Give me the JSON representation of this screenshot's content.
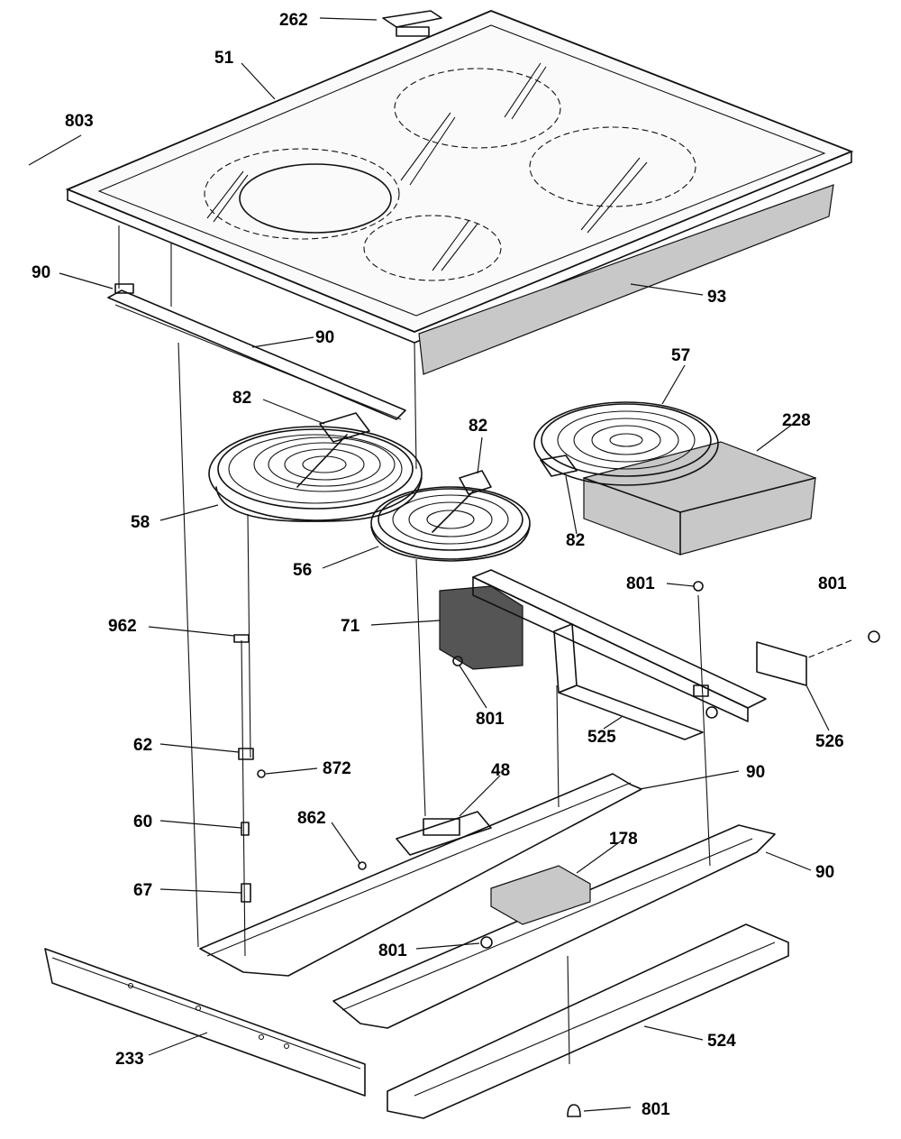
{
  "labels": {
    "top": [
      {
        "id": "262",
        "text": "262"
      },
      {
        "id": "51",
        "text": "51"
      },
      {
        "id": "803",
        "text": "803"
      },
      {
        "id": "90a",
        "text": "90"
      },
      {
        "id": "93",
        "text": "93"
      },
      {
        "id": "90b",
        "text": "90"
      }
    ],
    "elements": [
      {
        "id": "82a",
        "text": "82"
      },
      {
        "id": "82b",
        "text": "82"
      },
      {
        "id": "57",
        "text": "57"
      },
      {
        "id": "228",
        "text": "228"
      },
      {
        "id": "82c",
        "text": "82"
      },
      {
        "id": "58",
        "text": "58"
      },
      {
        "id": "56",
        "text": "56"
      }
    ],
    "controls": [
      {
        "id": "801a",
        "text": "801"
      },
      {
        "id": "801b",
        "text": "801"
      },
      {
        "id": "962",
        "text": "962"
      },
      {
        "id": "71",
        "text": "71"
      },
      {
        "id": "801c",
        "text": "801"
      },
      {
        "id": "525",
        "text": "525"
      },
      {
        "id": "526",
        "text": "526"
      }
    ],
    "base": [
      {
        "id": "62",
        "text": "62"
      },
      {
        "id": "872",
        "text": "872"
      },
      {
        "id": "48",
        "text": "48"
      },
      {
        "id": "90c",
        "text": "90"
      },
      {
        "id": "60",
        "text": "60"
      },
      {
        "id": "862",
        "text": "862"
      },
      {
        "id": "178",
        "text": "178"
      },
      {
        "id": "90d",
        "text": "90"
      },
      {
        "id": "67",
        "text": "67"
      },
      {
        "id": "801d",
        "text": "801"
      },
      {
        "id": "524",
        "text": "524"
      },
      {
        "id": "233",
        "text": "233"
      },
      {
        "id": "801e",
        "text": "801"
      }
    ]
  }
}
